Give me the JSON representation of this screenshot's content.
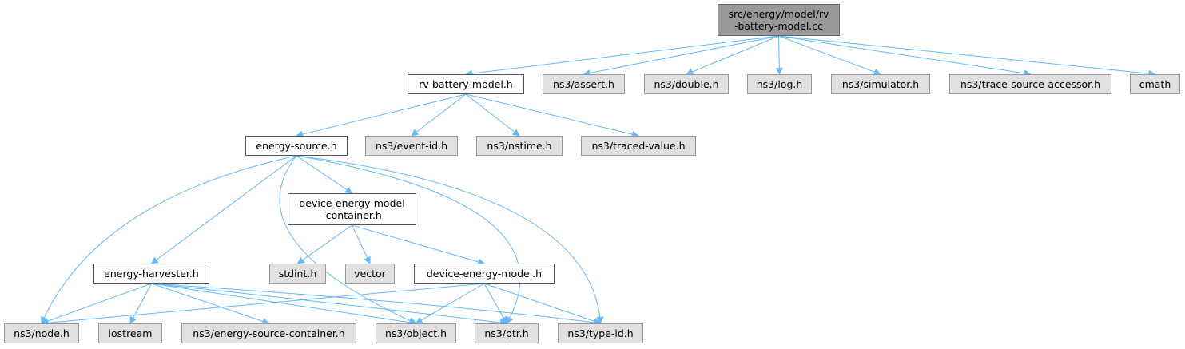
{
  "diagram": {
    "edge_color": "#63b8ff",
    "nodes": [
      {
        "id": "root",
        "label": "src/energy/model/rv\n-battery-model.cc",
        "kind": "root"
      },
      {
        "id": "rvbm",
        "label": "rv-battery-model.h",
        "kind": "local"
      },
      {
        "id": "assert",
        "label": "ns3/assert.h",
        "kind": "ext"
      },
      {
        "id": "double",
        "label": "ns3/double.h",
        "kind": "ext"
      },
      {
        "id": "log",
        "label": "ns3/log.h",
        "kind": "ext"
      },
      {
        "id": "simulator",
        "label": "ns3/simulator.h",
        "kind": "ext"
      },
      {
        "id": "tsa",
        "label": "ns3/trace-source-accessor.h",
        "kind": "ext"
      },
      {
        "id": "cmath",
        "label": "cmath",
        "kind": "ext"
      },
      {
        "id": "es",
        "label": "energy-source.h",
        "kind": "local"
      },
      {
        "id": "eventid",
        "label": "ns3/event-id.h",
        "kind": "ext"
      },
      {
        "id": "nstime",
        "label": "ns3/nstime.h",
        "kind": "ext"
      },
      {
        "id": "traced",
        "label": "ns3/traced-value.h",
        "kind": "ext"
      },
      {
        "id": "demc",
        "label": "device-energy-model\n-container.h",
        "kind": "local"
      },
      {
        "id": "stdint",
        "label": "stdint.h",
        "kind": "ext"
      },
      {
        "id": "vector",
        "label": "vector",
        "kind": "ext"
      },
      {
        "id": "eh",
        "label": "energy-harvester.h",
        "kind": "local"
      },
      {
        "id": "dem",
        "label": "device-energy-model.h",
        "kind": "local"
      },
      {
        "id": "node",
        "label": "ns3/node.h",
        "kind": "ext"
      },
      {
        "id": "iostream",
        "label": "iostream",
        "kind": "ext"
      },
      {
        "id": "esc",
        "label": "ns3/energy-source-container.h",
        "kind": "ext"
      },
      {
        "id": "object",
        "label": "ns3/object.h",
        "kind": "ext"
      },
      {
        "id": "ptr",
        "label": "ns3/ptr.h",
        "kind": "ext"
      },
      {
        "id": "typeid",
        "label": "ns3/type-id.h",
        "kind": "ext"
      }
    ],
    "edges": [
      [
        "root",
        "rvbm"
      ],
      [
        "root",
        "assert"
      ],
      [
        "root",
        "double"
      ],
      [
        "root",
        "log"
      ],
      [
        "root",
        "simulator"
      ],
      [
        "root",
        "tsa"
      ],
      [
        "root",
        "cmath"
      ],
      [
        "rvbm",
        "es"
      ],
      [
        "rvbm",
        "eventid"
      ],
      [
        "rvbm",
        "nstime"
      ],
      [
        "rvbm",
        "traced"
      ],
      [
        "es",
        "demc"
      ],
      [
        "es",
        "eh"
      ],
      [
        "es",
        "node"
      ],
      [
        "es",
        "object"
      ],
      [
        "es",
        "ptr"
      ],
      [
        "es",
        "typeid"
      ],
      [
        "demc",
        "stdint"
      ],
      [
        "demc",
        "vector"
      ],
      [
        "demc",
        "dem"
      ],
      [
        "eh",
        "node"
      ],
      [
        "eh",
        "iostream"
      ],
      [
        "eh",
        "esc"
      ],
      [
        "eh",
        "object"
      ],
      [
        "eh",
        "ptr"
      ],
      [
        "eh",
        "typeid"
      ],
      [
        "dem",
        "node"
      ],
      [
        "dem",
        "object"
      ],
      [
        "dem",
        "ptr"
      ],
      [
        "dem",
        "typeid"
      ]
    ]
  }
}
